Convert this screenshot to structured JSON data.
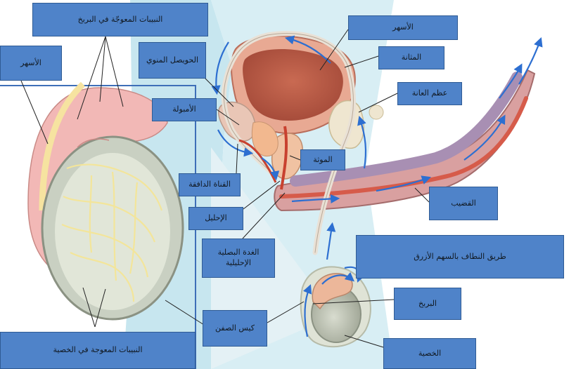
{
  "labels": {
    "epididymis_tubules": "النبيبات المعوجّة في البربخ",
    "vas_deferens_left": "الأسهر",
    "seminal_vesicle": "الحويصل المنوي",
    "ampulla": "الأمبولة",
    "ejaculatory_duct": "القناة الدافقة",
    "urethra": "الإحليل",
    "bulbourethral_gland": "الغدة البصلية الإحليلية",
    "vas_deferens_top": "الأسهر",
    "bladder": "المثانة",
    "pubic_bone": "عظم العانة",
    "prostate": "الموثة",
    "penis": "القضيب",
    "sperm_path": "طريق النطاف بالسهم الأزرق",
    "epididymis": "البربخ",
    "scrotum": "كيس الصفن",
    "testis_tubules": "النبيبات المعوجة في الخصية",
    "testis": "الخصية"
  },
  "colors": {
    "label_bg": "#4f83c9",
    "arrow": "#2d6fd1",
    "background_panel": "#c7e6ef",
    "tissue_pink": "#f1b8b0"
  }
}
